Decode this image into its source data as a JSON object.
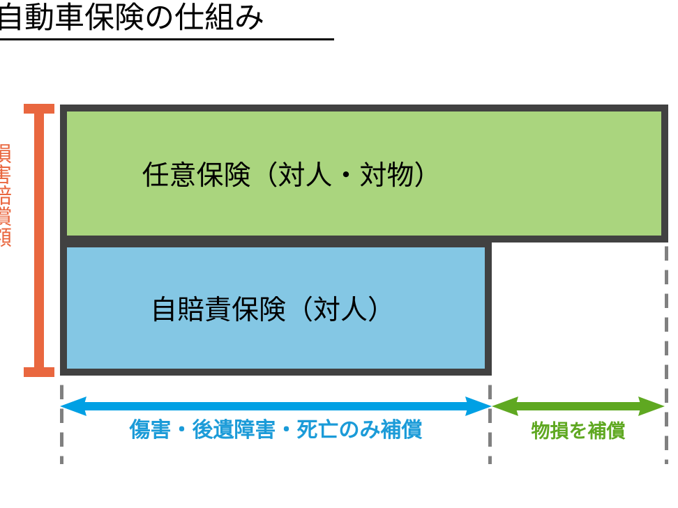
{
  "title": {
    "text": "自動車保険の仕組み"
  },
  "axis": {
    "vertical_label": "損害賠償額",
    "bracket_color": "#E9673F"
  },
  "boxes": [
    {
      "id": "voluntary-insurance",
      "label": "任意保険（対人・対物）",
      "fill": "#AAD57E",
      "border": "#414141"
    },
    {
      "id": "compulsory-insurance",
      "label": "自賠責保険（対人）",
      "fill": "#84C7E4",
      "border": "#414141"
    }
  ],
  "arrows": [
    {
      "id": "injury-coverage",
      "caption": "傷害・後遺障害・死亡のみ補償",
      "color": "#00A0E4",
      "caption_color": "#1B9BD8"
    },
    {
      "id": "property-coverage",
      "caption": "物損を補償",
      "color": "#5FA821",
      "caption_color": "#5FA821"
    }
  ],
  "guides": {
    "dash_color": "#808080"
  }
}
